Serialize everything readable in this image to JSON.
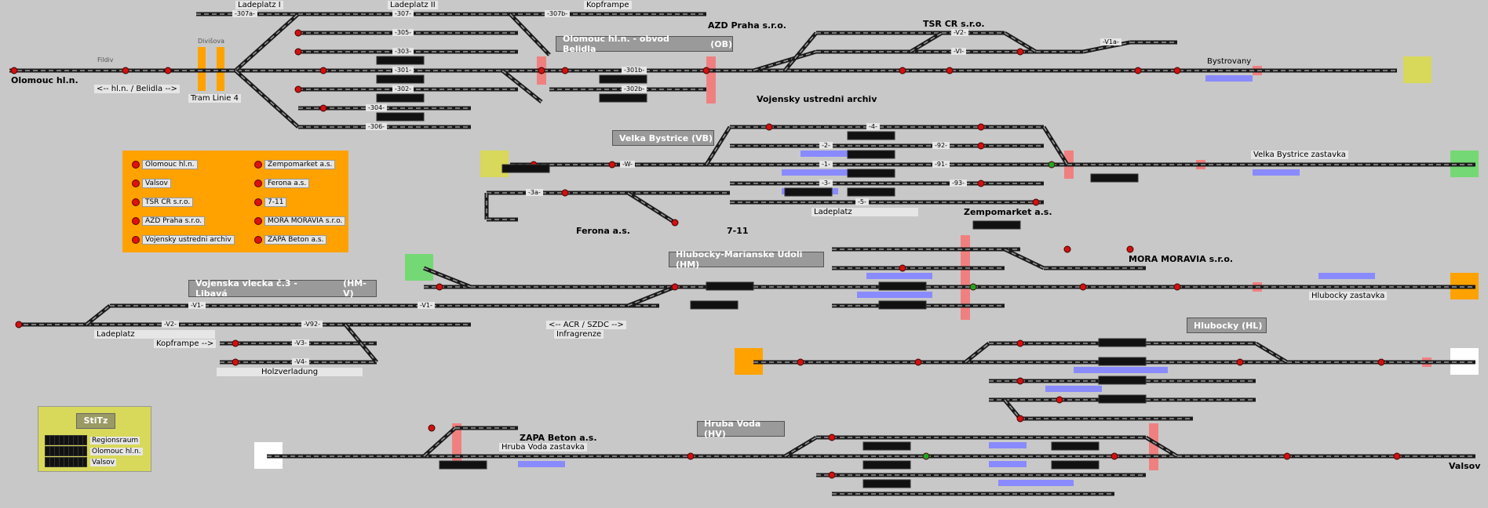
{
  "stations": [
    {
      "label": "Olomouc hl.n. - obvod Belidla",
      "code": "(OB)"
    },
    {
      "label": "Velka Bystrice (VB)",
      "code": ""
    },
    {
      "label": "Hlubocky-Marianske Udoli (HM)",
      "code": ""
    },
    {
      "label": "Vojenska vlecka č.3 - Libavá",
      "code": "(HM-V)"
    },
    {
      "label": "Hlubocky (HL)",
      "code": ""
    },
    {
      "label": "Hruba Voda (HV)",
      "code": ""
    }
  ],
  "places": {
    "olomouc": "Olomouc hl.n.",
    "valsov": "Valsov",
    "bystrovany": "Bystrovany",
    "azd": "AZD Praha s.r.o.",
    "tsr": "TSR CR s.r.o.",
    "vojensky": "Vojensky ustredni archiv",
    "ferona": "Ferona a.s.",
    "seven": "7-11",
    "zempo": "Zempomarket a.s.",
    "mora": "MORA MORAVIA s.r.o.",
    "zapa": "ZAPA Beton a.s.",
    "vb_zast": "Velka Bystrice zastavka",
    "hl_zast": "Hlubocky zastavka",
    "hv_zast": "Hruba Voda zastavka"
  },
  "labels": {
    "ladeplatz1": "Ladeplatz I",
    "ladeplatz2": "Ladeplatz II",
    "kopframpe": "Kopframpe",
    "divisova": "Divišova",
    "tram": "Tram Linie 4",
    "hln_belidla": "<-- hl.n. / Belidla -->",
    "ladeplatz": "Ladeplatz",
    "ladeplatz_b": "Ladeplatz",
    "kopframpe2": "Kopframpe -->",
    "holzverladung": "Holzverladung",
    "acr": "<-- ACR / SZDC -->",
    "infragrenze": "Infragrenze",
    "fildiv": "Fildiv"
  },
  "track_labels": {
    "t307a": "-307a-",
    "t307": "-307-",
    "t307b": "-307b-",
    "t305": "-305-",
    "t303": "-303-",
    "t301": "-301-",
    "t302": "-302-",
    "t304": "-304-",
    "t306": "-306-",
    "t301b": "-301b-",
    "t302b": "-302b-",
    "tV2": "-V2-",
    "tVI": "-VI-",
    "tV1a": "-V1a-",
    "tW": "-W-",
    "t3a": "-3a-",
    "t4": "-4-",
    "t2": "-2-",
    "t92": "-92-",
    "t1": "-1-",
    "t91": "-91-",
    "t3": "-3-",
    "t93": "-93-",
    "t5": "-5-",
    "tV1": "-V1-",
    "tV92": "-V92-",
    "tV3": "-V3-",
    "tV4": "-V4-",
    "tV2b": "-V2-"
  },
  "legend": [
    "Olomouc hl.n.",
    "Valsov",
    "TSR CR s.r.o.",
    "AZD Praha s.r.o.",
    "Vojensky ustredni archiv",
    "Zempomarket a.s.",
    "Ferona a.s.",
    "7-11",
    "MORA MORAVIA s.r.o.",
    "ZAPA Beton a.s."
  ],
  "stitz": {
    "title": "StiTz",
    "rows": [
      "Regionsraum",
      "Olomouc hl.n.",
      "Valsov"
    ]
  },
  "colors": {
    "background": "#c8c8c8",
    "track": "#1a1a1a",
    "signal_red": "#d11111",
    "signal_green": "#1fa81f",
    "legend_bg": "#ffa200",
    "stitz_bg": "#d8d85a",
    "occupied": "#f08080",
    "platform": "#8a8aff",
    "station_box": "#9a9a9a"
  }
}
